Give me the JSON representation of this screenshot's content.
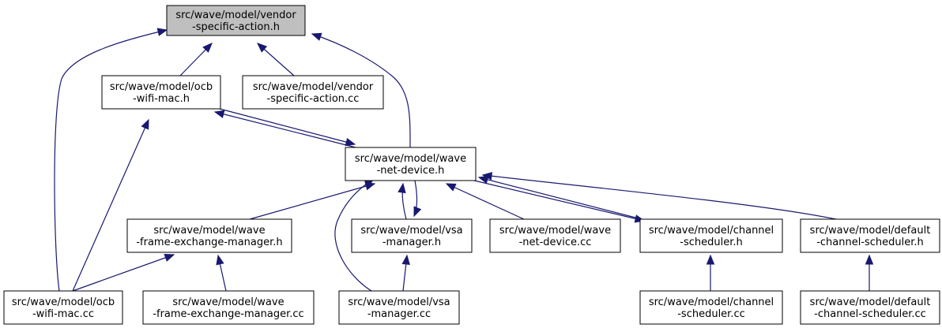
{
  "diagram": {
    "edge_color": "#191970",
    "highlight_fill": "#bfbfbf",
    "nodes": [
      {
        "id": "vsa_h",
        "lines": [
          "src/wave/model/vendor",
          "-specific-action.h"
        ],
        "highlight": true
      },
      {
        "id": "ocb_mac_h",
        "lines": [
          "src/wave/model/ocb",
          "-wifi-mac.h"
        ]
      },
      {
        "id": "vsa_cc",
        "lines": [
          "src/wave/model/vendor",
          "-specific-action.cc"
        ]
      },
      {
        "id": "wnd_h",
        "lines": [
          "src/wave/model/wave",
          "-net-device.h"
        ]
      },
      {
        "id": "fem_h",
        "lines": [
          "src/wave/model/wave",
          "-frame-exchange-manager.h"
        ]
      },
      {
        "id": "vsamgr_h",
        "lines": [
          "src/wave/model/vsa",
          "-manager.h"
        ]
      },
      {
        "id": "wnd_cc",
        "lines": [
          "src/wave/model/wave",
          "-net-device.cc"
        ]
      },
      {
        "id": "chs_h",
        "lines": [
          "src/wave/model/channel",
          "-scheduler.h"
        ]
      },
      {
        "id": "dchs_h",
        "lines": [
          "src/wave/model/default",
          "-channel-scheduler.h"
        ]
      },
      {
        "id": "ocb_mac_cc",
        "lines": [
          "src/wave/model/ocb",
          "-wifi-mac.cc"
        ]
      },
      {
        "id": "fem_cc",
        "lines": [
          "src/wave/model/wave",
          "-frame-exchange-manager.cc"
        ]
      },
      {
        "id": "vsamgr_cc",
        "lines": [
          "src/wave/model/vsa",
          "-manager.cc"
        ]
      },
      {
        "id": "chs_cc",
        "lines": [
          "src/wave/model/channel",
          "-scheduler.cc"
        ]
      },
      {
        "id": "dchs_cc",
        "lines": [
          "src/wave/model/default",
          "-channel-scheduler.cc"
        ]
      }
    ],
    "edges": [
      {
        "from": "ocb_mac_cc",
        "to": "vsa_h"
      },
      {
        "from": "ocb_mac_h",
        "to": "vsa_h"
      },
      {
        "from": "vsa_cc",
        "to": "vsa_h"
      },
      {
        "from": "wnd_h",
        "to": "vsa_h"
      },
      {
        "from": "ocb_mac_cc",
        "to": "ocb_mac_h"
      },
      {
        "from": "wnd_h",
        "to": "ocb_mac_h"
      },
      {
        "from": "ocb_mac_h",
        "to": "wnd_h"
      },
      {
        "from": "fem_h",
        "to": "wnd_h"
      },
      {
        "from": "vsamgr_cc",
        "to": "wnd_h"
      },
      {
        "from": "vsamgr_h",
        "to": "wnd_h"
      },
      {
        "from": "wnd_h",
        "to": "vsamgr_h"
      },
      {
        "from": "wnd_cc",
        "to": "wnd_h"
      },
      {
        "from": "chs_h",
        "to": "wnd_h"
      },
      {
        "from": "wnd_h",
        "to": "chs_h"
      },
      {
        "from": "dchs_h",
        "to": "wnd_h"
      },
      {
        "from": "ocb_mac_cc",
        "to": "fem_h"
      },
      {
        "from": "fem_cc",
        "to": "fem_h"
      },
      {
        "from": "vsamgr_cc",
        "to": "vsamgr_h"
      },
      {
        "from": "chs_cc",
        "to": "chs_h"
      },
      {
        "from": "dchs_cc",
        "to": "dchs_h"
      }
    ]
  }
}
